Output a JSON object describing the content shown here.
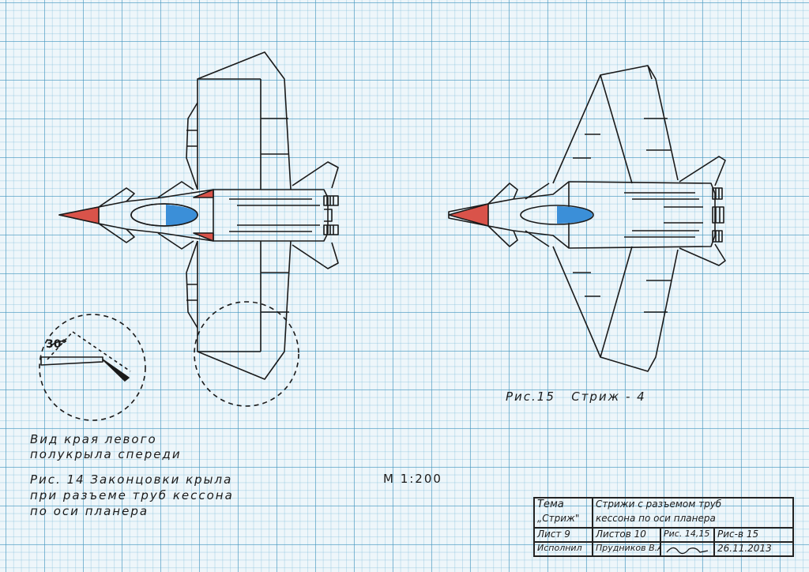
{
  "sheet": {
    "figure14": {
      "caption_line1": "Вид края левого",
      "caption_line2": "полукрыла спереди",
      "angle_label": "30°",
      "title_line1": "Рис. 14  Законцовки крыла",
      "title_line2": "при разъеме труб кессона",
      "title_line3": "по оси планера"
    },
    "figure15": {
      "title": "Рис.15   Стриж - 4"
    },
    "scale": "М 1:200",
    "colors": {
      "nose": "#d9534a",
      "canopy_blue": "#3b8fd8",
      "ink": "#1a1a1a",
      "grid": "#4696be"
    }
  },
  "title_block": {
    "theme_label": "Тема",
    "theme_value": "„Стриж\"",
    "description_line1": "Стрижи с разъемом труб",
    "description_line2": "кессона по оси планера",
    "sheet_label": "Лист 9",
    "sheets_total": "Листов 10",
    "figures": "Рис. 14,15",
    "figure_count": "Рис-в 15",
    "author_label": "Исполнил",
    "author_name": "Прудников В.А.",
    "date": "26.11.2013"
  }
}
